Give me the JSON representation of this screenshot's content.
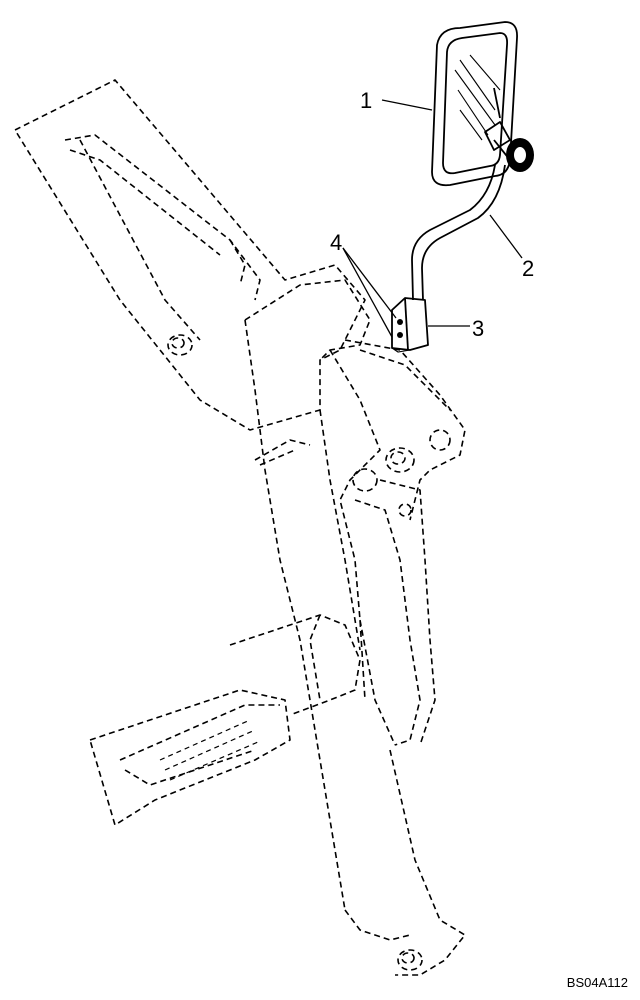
{
  "callouts": [
    {
      "id": "callout-1",
      "label": "1"
    },
    {
      "id": "callout-2",
      "label": "2"
    },
    {
      "id": "callout-3",
      "label": "3"
    },
    {
      "id": "callout-4",
      "label": "4"
    }
  ],
  "figure_code": "BS04A112"
}
